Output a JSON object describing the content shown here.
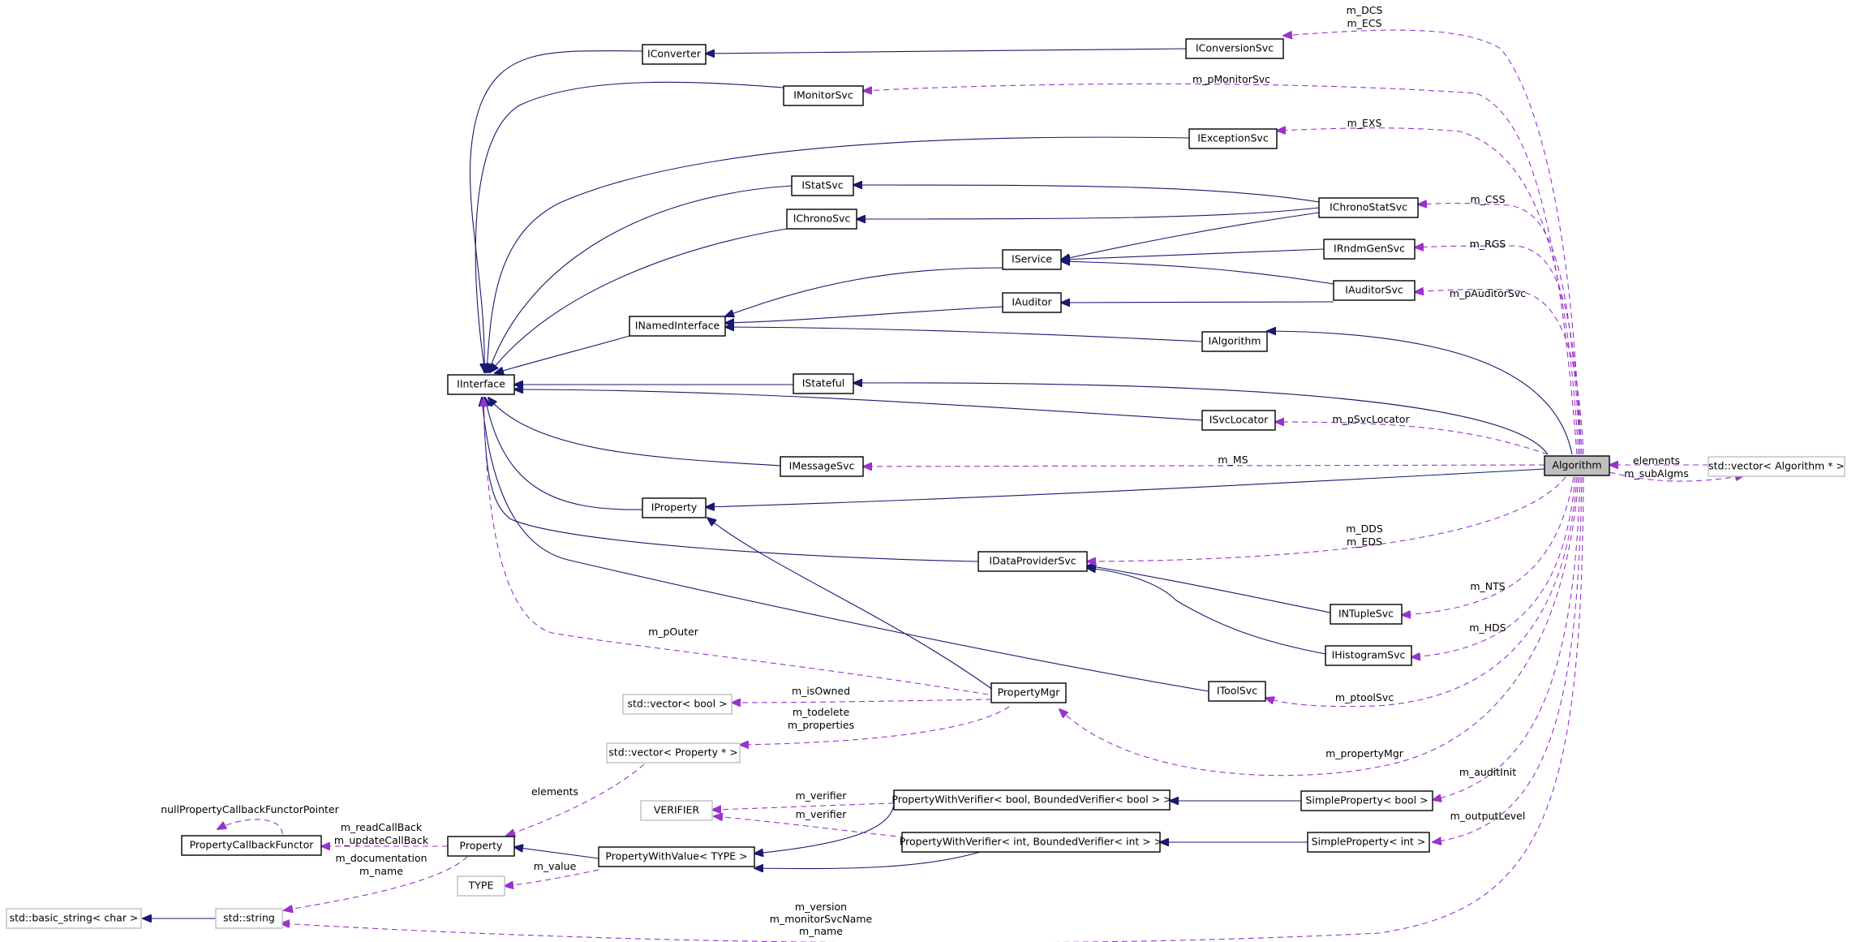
{
  "colors": {
    "inheritance_edge": "#191970",
    "usage_edge": "#9a32cd",
    "focus_fill": "#bfbfbf"
  },
  "nodes": {
    "IConverter": "IConverter",
    "IConversionSvc": "IConversionSvc",
    "IMonitorSvc": "IMonitorSvc",
    "IExceptionSvc": "IExceptionSvc",
    "IStatSvc": "IStatSvc",
    "IChronoStatSvc": "IChronoStatSvc",
    "IChronoSvc": "IChronoSvc",
    "IService": "IService",
    "IRndmGenSvc": "IRndmGenSvc",
    "IAuditorSvc": "IAuditorSvc",
    "IAuditor": "IAuditor",
    "INamedInterface": "INamedInterface",
    "IAlgorithm": "IAlgorithm",
    "IInterface": "IInterface",
    "IStateful": "IStateful",
    "ISvcLocator": "ISvcLocator",
    "IMessageSvc": "IMessageSvc",
    "Algorithm": "Algorithm",
    "VectorAlgorithm": "std::vector< Algorithm * >",
    "IProperty": "IProperty",
    "IDataProviderSvc": "IDataProviderSvc",
    "INTupleSvc": "INTupleSvc",
    "IHistogramSvc": "IHistogramSvc",
    "IToolSvc": "IToolSvc",
    "PropertyMgr": "PropertyMgr",
    "VectorBool": "std::vector< bool >",
    "VectorProperty": "std::vector< Property * >",
    "VERIFIER": "VERIFIER",
    "PWVBool": "PropertyWithVerifier< bool, BoundedVerifier< bool > >",
    "SimplePropertyBool": "SimpleProperty< bool >",
    "PropertyCallbackFunctor": "PropertyCallbackFunctor",
    "Property": "Property",
    "PropertyWithValue": "PropertyWithValue< TYPE >",
    "PWVInt": "PropertyWithVerifier< int, BoundedVerifier< int > >",
    "SimplePropertyInt": "SimpleProperty< int >",
    "TYPE": "TYPE",
    "BasicString": "std::basic_string< char >",
    "StdString": "std::string"
  },
  "labels": {
    "dcs": "m_DCS",
    "ecs": "m_ECS",
    "monitor": "m_pMonitorSvc",
    "exs": "m_EXS",
    "css": "m_CSS",
    "rgs": "m_RGS",
    "auditor": "m_pAuditorSvc",
    "svclocator": "m_pSvcLocator",
    "ms": "m_MS",
    "elements1": "elements",
    "subalgms": "m_subAlgms",
    "dds": "m_DDS",
    "eds": "m_EDS",
    "nts": "m_NTS",
    "hds": "m_HDS",
    "pouter": "m_pOuter",
    "isowned": "m_isOwned",
    "todelete": "m_todelete",
    "properties": "m_properties",
    "ptoolsvc": "m_ptoolSvc",
    "propertymgr": "m_propertyMgr",
    "elements2": "elements",
    "auditinit": "m_auditInit",
    "verifier1": "m_verifier",
    "verifier2": "m_verifier",
    "nullcb": "nullPropertyCallbackFunctorPointer",
    "readcb": "m_readCallBack",
    "updatecb": "m_updateCallBack",
    "outputlevel": "m_outputLevel",
    "documentation": "m_documentation",
    "name1": "m_name",
    "value": "m_value",
    "version": "m_version",
    "monitorsvcname": "m_monitorSvcName",
    "name2": "m_name"
  }
}
